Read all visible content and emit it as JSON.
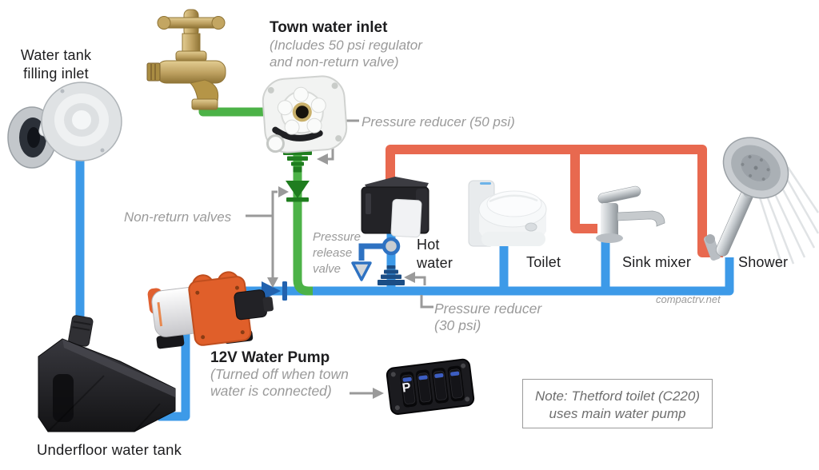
{
  "meta": {
    "watermark": "compactrv.net"
  },
  "colors": {
    "fresh_water_line": "#3d9ae8",
    "hot_water_line": "#e8694f",
    "town_water_line": "#4cb247",
    "green_symbol": "#1f7d1f",
    "blue_valve_symbol": "#2262ae",
    "blue_reducer_symbol": "#1b4d85",
    "release_valve_blue": "#2e72c2",
    "connector_gray": "#9a9a9a",
    "text_black": "#1d1d1f",
    "text_gray": "#9a9a9a"
  },
  "labels": {
    "water_tank_filling_inlet": {
      "line1": "Water tank",
      "line2": "filling inlet"
    },
    "town_water_inlet": {
      "title": "Town water inlet",
      "subtitle_line1": "(Includes 50 psi regulator",
      "subtitle_line2": "and non-return valve)"
    },
    "pressure_reducer_50": "Pressure reducer (50 psi)",
    "non_return_valves": "Non-return valves",
    "pressure_release_valve": {
      "line1": "Pressure",
      "line2": "release",
      "line3": "valve"
    },
    "hot_water": {
      "line1": "Hot",
      "line2": "water"
    },
    "toilet": "Toilet",
    "sink_mixer": "Sink mixer",
    "shower": "Shower",
    "pressure_reducer_30": {
      "line1": "Pressure reducer",
      "line2": "(30 psi)"
    },
    "water_pump": {
      "title": "12V Water Pump",
      "subtitle_line1": "(Turned off when town",
      "subtitle_line2": "water is connected)"
    },
    "underfloor_tank": "Underfloor water tank",
    "note": {
      "line1": "Note: Thetford toilet (C220)",
      "line2": "uses main water pump"
    },
    "switch_panel_button": "P"
  }
}
